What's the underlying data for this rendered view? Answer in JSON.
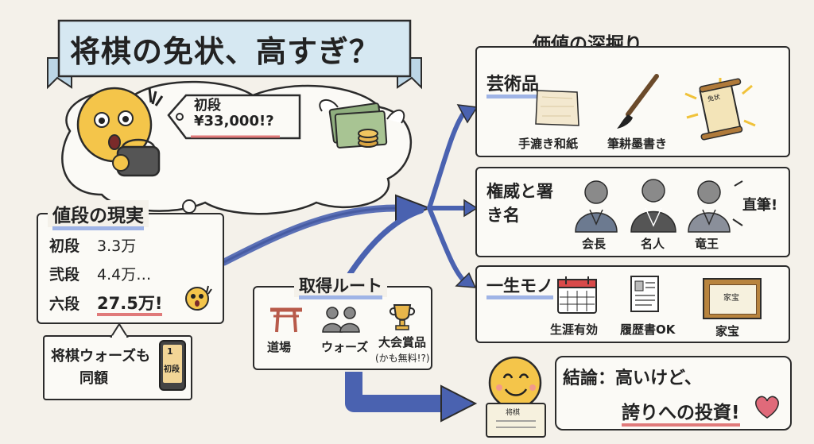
{
  "banner": {
    "title": "将棋の免状、高すぎ？"
  },
  "thought": {
    "tag_line1": "初段",
    "tag_line2": "¥33,000!?"
  },
  "price_box": {
    "title": "値段の現実",
    "rows": [
      {
        "rank": "初段",
        "price": "3.3万"
      },
      {
        "rank": "弐段",
        "price": "4.4万…"
      },
      {
        "rank": "六段",
        "price": "27.5万!"
      }
    ]
  },
  "wars_note": {
    "line1": "将棋ウォーズも",
    "line2": "同額",
    "phone_badge_num": "1",
    "phone_badge_text": "初段"
  },
  "route_box": {
    "title": "取得ルート",
    "items": [
      {
        "label": "道場"
      },
      {
        "label": "ウォーズ"
      },
      {
        "label": "大会賞品",
        "sub": "(かも無料!?)"
      }
    ]
  },
  "value_section": {
    "title": "価値の深掘り"
  },
  "art_box": {
    "title": "芸術品",
    "items": [
      {
        "label": "手漉き和紙"
      },
      {
        "label": "筆耕墨書き"
      }
    ]
  },
  "authority_box": {
    "title_line1": "権威と署",
    "title_line2": "き名",
    "people": [
      {
        "label": "会長"
      },
      {
        "label": "名人"
      },
      {
        "label": "竜王"
      }
    ],
    "note": "直筆!"
  },
  "lifetime_box": {
    "title": "一生モノ",
    "items": [
      {
        "label": "生涯有効"
      },
      {
        "label": "履歴書OK"
      },
      {
        "label": "家宝"
      }
    ],
    "frame_text": "家宝"
  },
  "conclusion": {
    "head": "結論：",
    "line1": "高いけど、",
    "line2": "誇りへの投資!",
    "certificate_text": "将棋"
  },
  "scroll_text": "免状",
  "colors": {
    "background": "#f4f1ea",
    "accent_blue": "#9fb4e6",
    "arrow_blue": "#4a62b0",
    "accent_red": "#e07a7a",
    "banner_fill": "#d6e8f2"
  }
}
